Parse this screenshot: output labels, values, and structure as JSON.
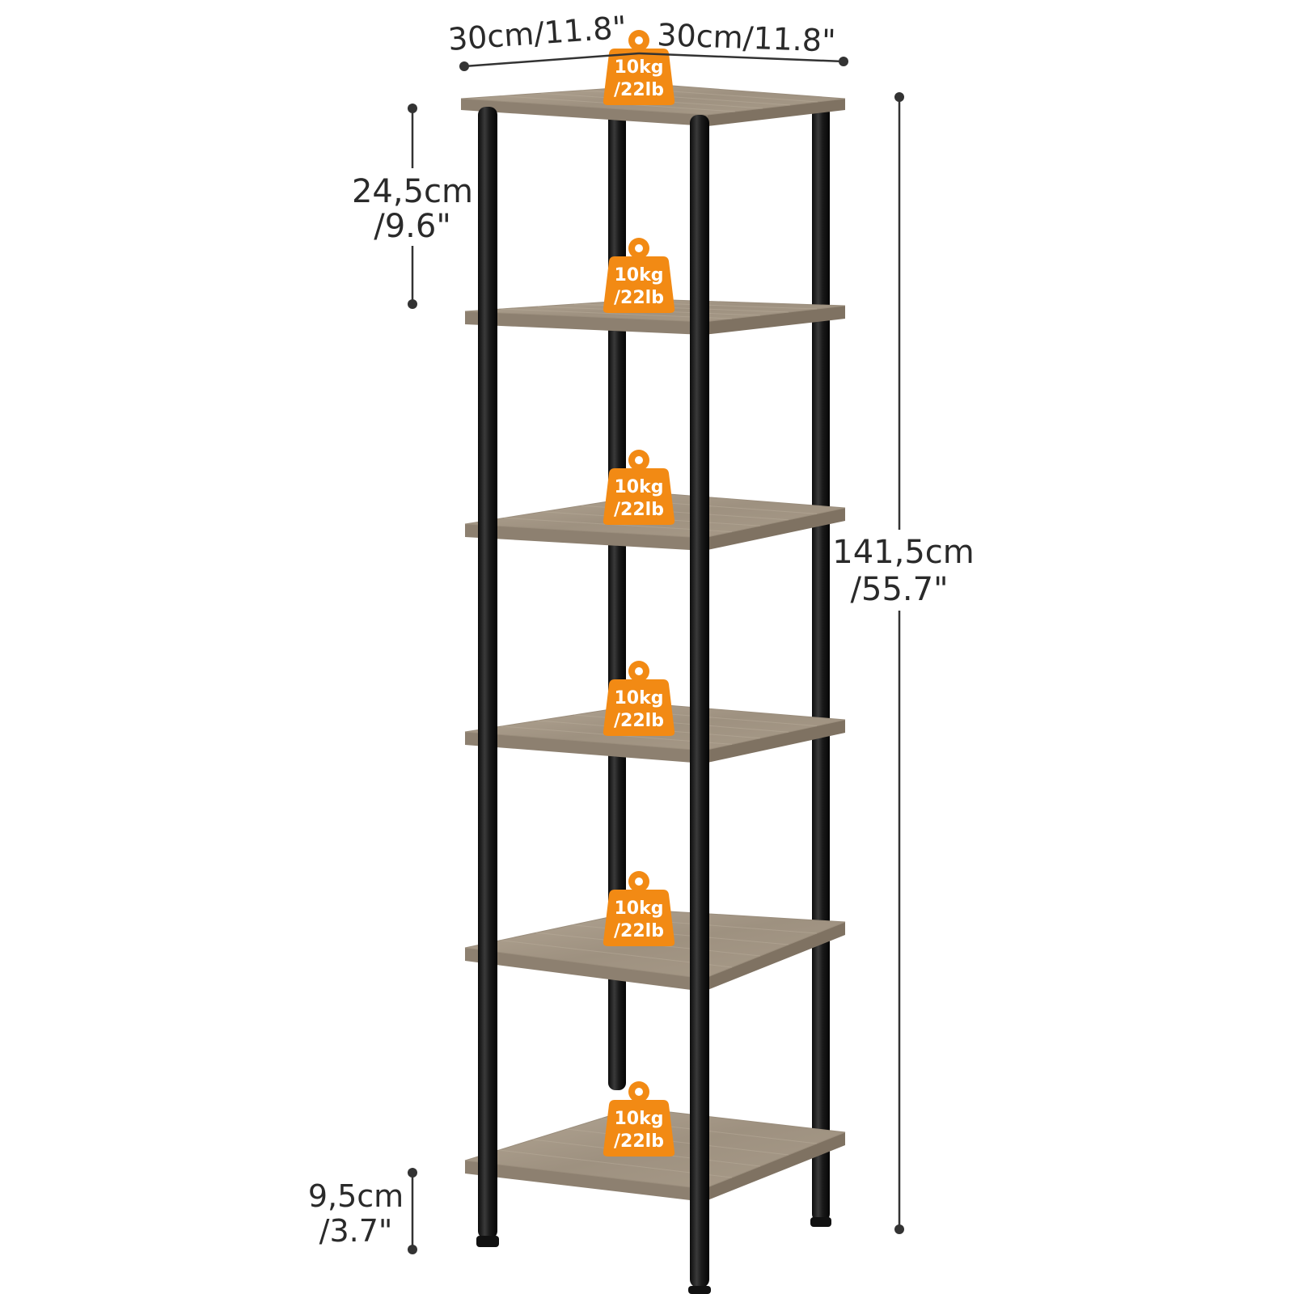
{
  "dimensions": {
    "width_left": "30cm/11.8\"",
    "width_right": "30cm/11.8\"",
    "shelf_gap_cm": "24,5cm",
    "shelf_gap_in": "/9.6\"",
    "total_height_cm": "141,5cm",
    "total_height_in": "/55.7\"",
    "leg_height_cm": "9,5cm",
    "leg_height_in": "/3.7\""
  },
  "load_badges": [
    {
      "kg": "10kg",
      "lb": "/22lb"
    },
    {
      "kg": "10kg",
      "lb": "/22lb"
    },
    {
      "kg": "10kg",
      "lb": "/22lb"
    },
    {
      "kg": "10kg",
      "lb": "/22lb"
    },
    {
      "kg": "10kg",
      "lb": "/22lb"
    },
    {
      "kg": "10kg",
      "lb": "/22lb"
    }
  ],
  "colors": {
    "badge": "#f28a14",
    "shelf_top": "#a39685",
    "shelf_edge": "#8d8070",
    "leg": "#1e1e1e",
    "dimension_line": "#333333"
  }
}
